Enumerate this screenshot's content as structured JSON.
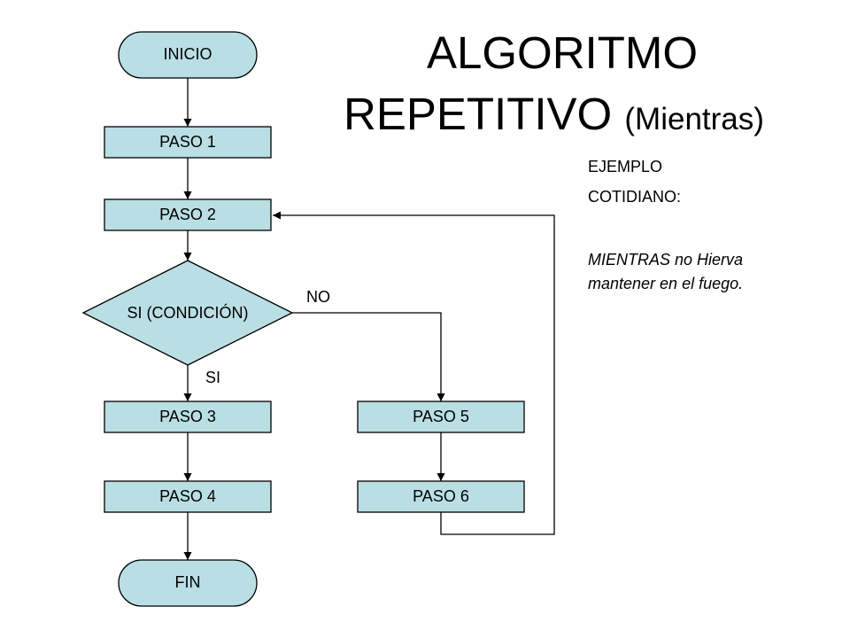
{
  "title": {
    "line1": "ALGORITMO",
    "line2_main": "REPETITIVO",
    "line2_sub": "(Mientras)"
  },
  "example": {
    "label_line1": "EJEMPLO",
    "label_line2": "COTIDIANO:",
    "text_line1": "MIENTRAS no Hierva",
    "text_line2": "mantener en el fuego."
  },
  "nodes": {
    "inicio": "INICIO",
    "paso1": "PASO 1",
    "paso2": "PASO 2",
    "condicion": "SI (CONDICIÓN)",
    "paso3": "PASO 3",
    "paso4": "PASO 4",
    "paso5": "PASO 5",
    "paso6": "PASO 6",
    "fin": "FIN"
  },
  "edge_labels": {
    "no": "NO",
    "si": "SI"
  },
  "colors": {
    "node_fill": "#b9dfe4",
    "stroke": "#000000",
    "background": "#ffffff"
  }
}
